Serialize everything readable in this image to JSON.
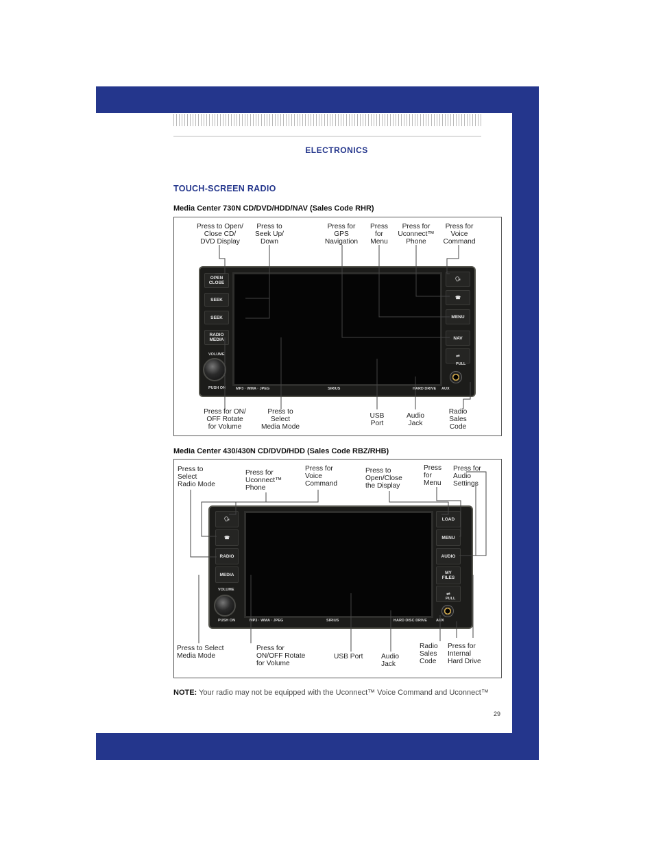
{
  "page": {
    "section_title": "ELECTRONICS",
    "heading": "TOUCH-SCREEN RADIO",
    "page_number": "29",
    "note_label": "NOTE:",
    "note_text": "Your radio may not be equipped with the Uconnect™ Voice Command and Uconnect™"
  },
  "figure1": {
    "caption": "Media Center 730N CD/DVD/HDD/NAV (Sales Code RHR)",
    "callouts": {
      "open_close": "Press to Open/\nClose CD/\nDVD Display",
      "seek": "Press to\nSeek Up/\nDown",
      "gps": "Press for\nGPS\nNavigation",
      "menu": "Press\nfor\nMenu",
      "phone": "Press for\nUconnect™\nPhone",
      "voice": "Press for\nVoice\nCommand",
      "on_off": "Press for ON/\nOFF Rotate\nfor Volume",
      "media_mode": "Press to\nSelect\nMedia Mode",
      "usb": "USB\nPort",
      "audio_jack": "Audio\nJack",
      "sales_code": "Radio\nSales\nCode"
    },
    "device": {
      "open_close": "OPEN\nCLOSE",
      "seek": "SEEK",
      "radio_media": "RADIO\nMEDIA",
      "volume": "VOLUME",
      "push_on": "PUSH ON",
      "menu": "MENU",
      "nav": "NAV",
      "pull": "PULL",
      "formats": "MP3 · WMA · JPEG",
      "sirius": "SIRIUS",
      "hard_drive": "HARD DRIVE",
      "aux": "AUX"
    }
  },
  "figure2": {
    "caption": "Media Center 430/430N CD/DVD/HDD (Sales Code RBZ/RHB)",
    "callouts": {
      "radio_mode": "Press to\nSelect\nRadio Mode",
      "phone": "Press for\nUconnect™\nPhone",
      "voice": "Press for\nVoice\nCommand",
      "open_display": "Press to\nOpen/Close\nthe Display",
      "menu": "Press\nfor\nMenu",
      "audio_settings": "Press for\nAudio\nSettings",
      "media_mode": "Press to Select\nMedia Mode",
      "on_off": "Press for\nON/OFF Rotate\nfor Volume",
      "usb": "USB Port",
      "audio_jack": "Audio\nJack",
      "sales_code": "Radio\nSales\nCode",
      "hard_drive": "Press for\nInternal\nHard Drive"
    },
    "device": {
      "radio": "RADIO",
      "media": "MEDIA",
      "volume": "VOLUME",
      "push_on": "PUSH ON",
      "load": "LOAD",
      "menu": "MENU",
      "audio": "AUDIO",
      "my_files": "MY\nFILES",
      "pull": "PULL",
      "formats": "MP3 · WMA · JPEG",
      "sirius": "SIRIUS",
      "hard_disc": "HARD DISC DRIVE",
      "aux": "AUX"
    }
  }
}
